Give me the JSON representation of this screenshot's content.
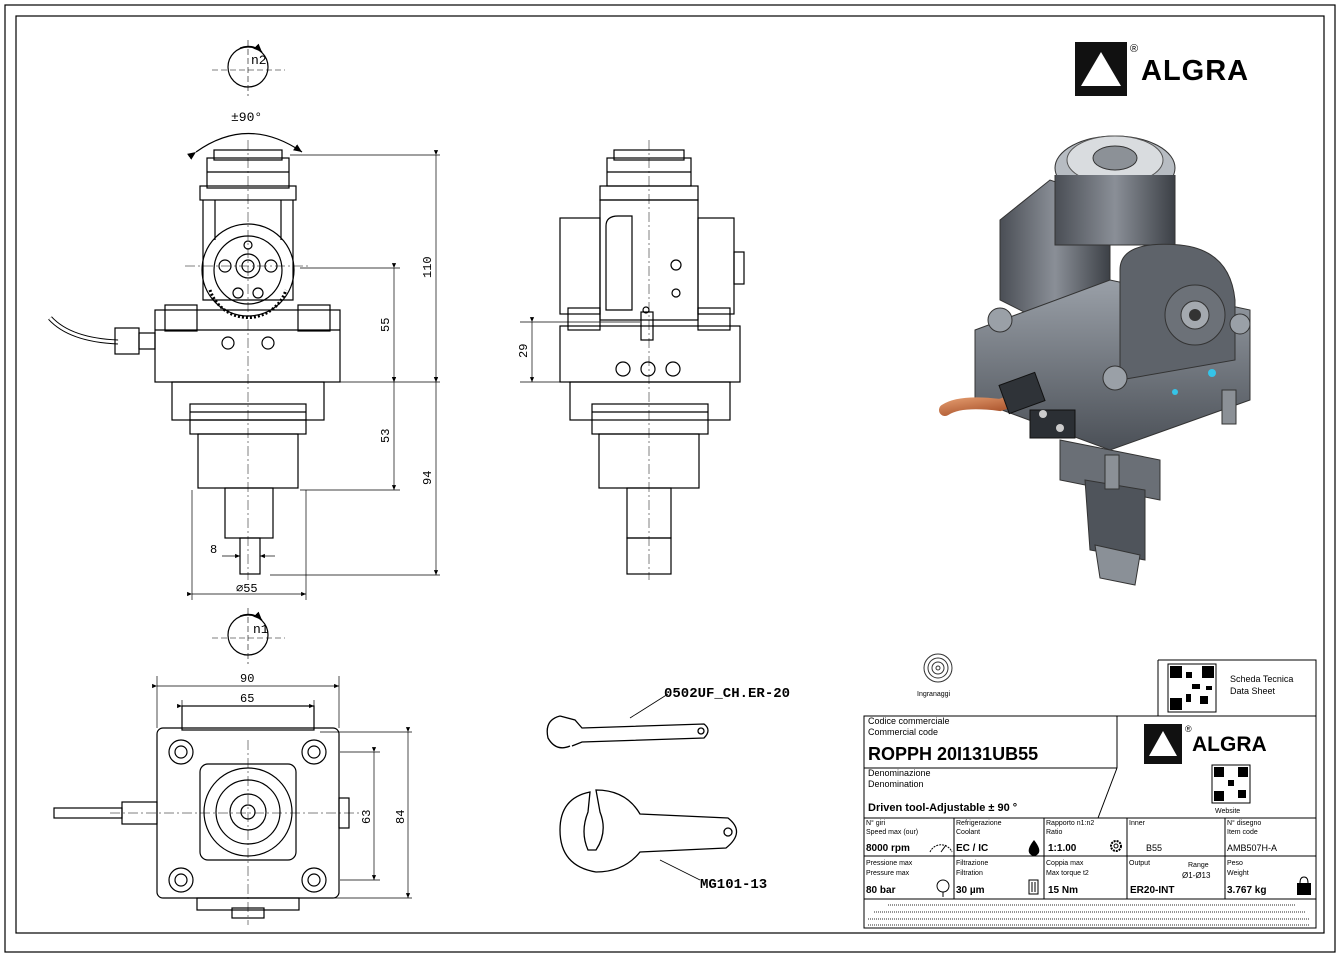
{
  "drawing": {
    "front_view": {
      "rotation_label": "n2",
      "angle_label": "±90°",
      "dims": {
        "h110": "110",
        "h55": "55",
        "h53": "53",
        "h94": "94",
        "d8": "8",
        "d55": "⌀55"
      }
    },
    "side_view": {
      "dims": {
        "h29": "29"
      }
    },
    "bottom_view": {
      "rotation_label": "n1",
      "dims": {
        "w90": "90",
        "w65": "65",
        "h63": "63",
        "h84": "84"
      }
    },
    "accessories": [
      {
        "label": "0502UF_CH.ER-20"
      },
      {
        "label": "MG101-13"
      }
    ]
  },
  "logo": {
    "brand": "ALGRA",
    "registered": "®"
  },
  "seal": {
    "label": "Ingranaggi"
  },
  "qr": {
    "scheda_line1": "Scheda Tecnica",
    "scheda_line2": "Data Sheet",
    "website": "Website"
  },
  "title_block": {
    "commercial_code_label_it": "Codice commerciale",
    "commercial_code_label_en": "Commercial code",
    "commercial_code": "ROPPH 20I131UB55",
    "denomination_label_it": "Denominazione",
    "denomination_label_en": "Denomination",
    "denomination": "Driven tool-Adjustable ± 90 °",
    "cells": [
      {
        "label_it": "N° giri",
        "label_en": "Speed max (our)",
        "value": "8000 rpm",
        "icon": "speed-icon"
      },
      {
        "label_it": "Refrigerazione",
        "label_en": "Coolant",
        "value": "EC / IC",
        "icon": "drop-icon"
      },
      {
        "label_it": "Rapporto n1:n2",
        "label_en": "Ratio",
        "value": "1:1.00",
        "icon": "gear-icon"
      },
      {
        "label_it": "Inner",
        "label_en": "",
        "value": "B55",
        "icon": ""
      },
      {
        "label_it": "N° disegno",
        "label_en": "Item code",
        "value": "AMB507H-A",
        "icon": ""
      },
      {
        "label_it": "Pressione max",
        "label_en": "Pressure max",
        "value": "80 bar",
        "icon": "gauge-icon"
      },
      {
        "label_it": "Filtrazione",
        "label_en": "Filtration",
        "value": "30 µm",
        "icon": "filter-icon"
      },
      {
        "label_it": "Coppia max",
        "label_en": "Max torque t2",
        "value": "15 Nm",
        "icon": ""
      },
      {
        "label_it": "Output",
        "label_en": "Range",
        "value": "ER20-INT",
        "extra": "Ø1-Ø13",
        "icon": ""
      },
      {
        "label_it": "Peso",
        "label_en": "Weight",
        "value": "3.767 kg",
        "icon": "weight-icon"
      }
    ]
  }
}
